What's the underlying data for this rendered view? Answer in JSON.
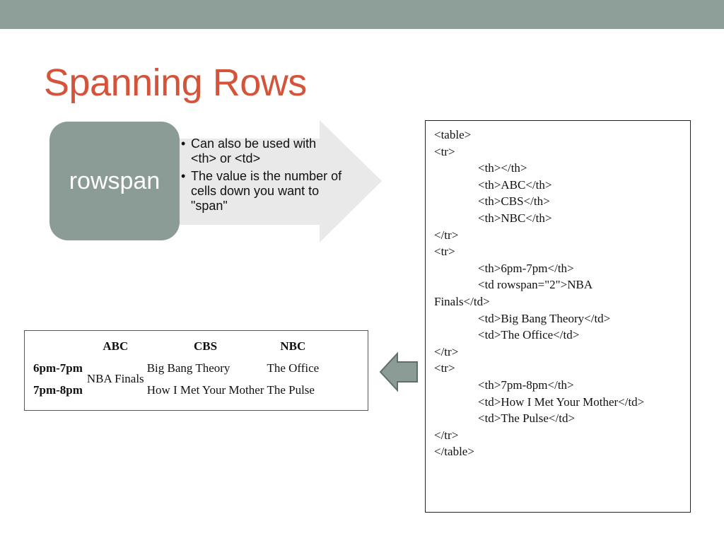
{
  "slide": {
    "title": "Spanning Rows",
    "accent_color": "#d3543a",
    "bar_color": "#8e9e98"
  },
  "diagram": {
    "key_label": "rowspan",
    "bullets": [
      "Can also be used with <th> or <td>",
      "The value is the number of cells down you want to \"span\""
    ],
    "bullet_char": "•"
  },
  "code_lines": [
    {
      "text": "<table>",
      "indent": false
    },
    {
      "text": "<tr>",
      "indent": false
    },
    {
      "text": "<th></th>",
      "indent": true
    },
    {
      "text": "<th>ABC</th>",
      "indent": true
    },
    {
      "text": "<th>CBS</th>",
      "indent": true
    },
    {
      "text": "<th>NBC</th>",
      "indent": true
    },
    {
      "text": "</tr>",
      "indent": false
    },
    {
      "text": "<tr>",
      "indent": false
    },
    {
      "text": "<th>6pm-7pm</th>",
      "indent": true
    },
    {
      "text": "<td rowspan=\"2\">NBA",
      "indent": true
    },
    {
      "text": "Finals</td>",
      "indent": false
    },
    {
      "text": "<td>Big Bang Theory</td>",
      "indent": true
    },
    {
      "text": "<td>The Office</td>",
      "indent": true
    },
    {
      "text": "</tr>",
      "indent": false
    },
    {
      "text": "<tr>",
      "indent": false
    },
    {
      "text": "<th>7pm-8pm</th>",
      "indent": true
    },
    {
      "text": "<td>How I Met Your Mother</td>",
      "indent": true
    },
    {
      "text": "<td>The Pulse</td>",
      "indent": true
    },
    {
      "text": "</tr>",
      "indent": false
    },
    {
      "text": "</table>",
      "indent": false
    }
  ],
  "result_table": {
    "headers": [
      "",
      "ABC",
      "CBS",
      "NBC"
    ],
    "rows": [
      {
        "time": "6pm-7pm",
        "spanning": "NBA Finals",
        "cbs": "Big Bang Theory",
        "nbc": "The Office"
      },
      {
        "time": "7pm-8pm",
        "cbs": "How I Met Your Mother",
        "nbc": "The Pulse"
      }
    ]
  }
}
